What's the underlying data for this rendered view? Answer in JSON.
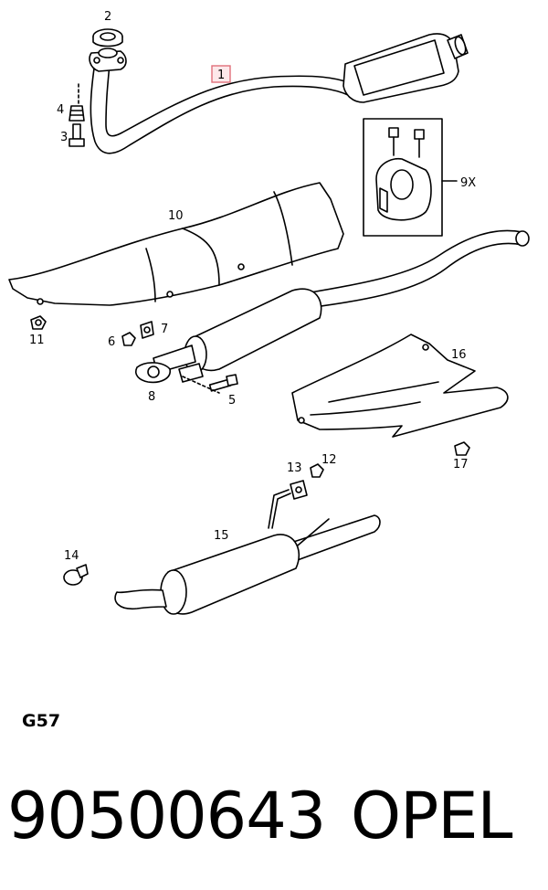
{
  "callouts": {
    "c1": "1",
    "c2": "2",
    "c3": "3",
    "c4": "4",
    "c5": "5",
    "c6": "6",
    "c7": "7",
    "c8": "8",
    "c9x": "9X",
    "c10": "10",
    "c11": "11",
    "c12": "12",
    "c13": "13",
    "c14": "14",
    "c15": "15",
    "c16": "16",
    "c17": "17"
  },
  "section_code": "G57",
  "footer": {
    "part_number": "90500643",
    "brand": "OPEL"
  },
  "colors": {
    "line": "#000000",
    "highlight": "#e0707a",
    "highlight_fill": "#fde8ea"
  }
}
